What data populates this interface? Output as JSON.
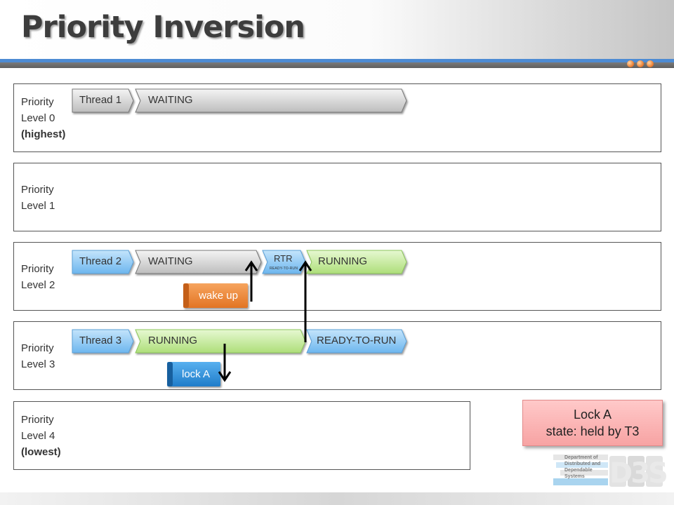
{
  "slide": {
    "title": "Priority Inversion"
  },
  "lanes": [
    {
      "line1": "Priority",
      "line2": "Level 0",
      "line3": "(highest)"
    },
    {
      "line1": "Priority",
      "line2": "Level 1",
      "line3": ""
    },
    {
      "line1": "Priority",
      "line2": "Level 2",
      "line3": ""
    },
    {
      "line1": "Priority",
      "line2": "Level 3",
      "line3": ""
    },
    {
      "line1": "Priority",
      "line2": "Level 4",
      "line3": "(lowest)"
    }
  ],
  "thread1": {
    "label": "Thread 1",
    "state": "WAITING"
  },
  "thread2": {
    "label": "Thread 2",
    "state1": "WAITING",
    "rtr": "RTR",
    "rtr_small": "READY-TO-RUN",
    "state2": "RUNNING"
  },
  "thread3": {
    "label": "Thread 3",
    "state1": "RUNNING",
    "state2": "READY-TO-RUN"
  },
  "notes": {
    "wake_up": "wake up",
    "lock_a": "lock A"
  },
  "legend": {
    "line1": "Lock A",
    "line2": "state: held by T3"
  },
  "logo": {
    "line1": "Department of",
    "line2": "Distributed and",
    "line3": "Dependable",
    "line4": "Systems",
    "mark": "D3S"
  },
  "colors": {
    "gray_chevron": "#d0d0d0",
    "blue_chevron": "#8ec9f3",
    "green_chevron": "#c6eb9b",
    "orange_note": "#ee8a3a",
    "blue_note": "#2f8fd8",
    "legend_fill": "#f9b4b4",
    "accent_blue": "#4d8bd3"
  }
}
